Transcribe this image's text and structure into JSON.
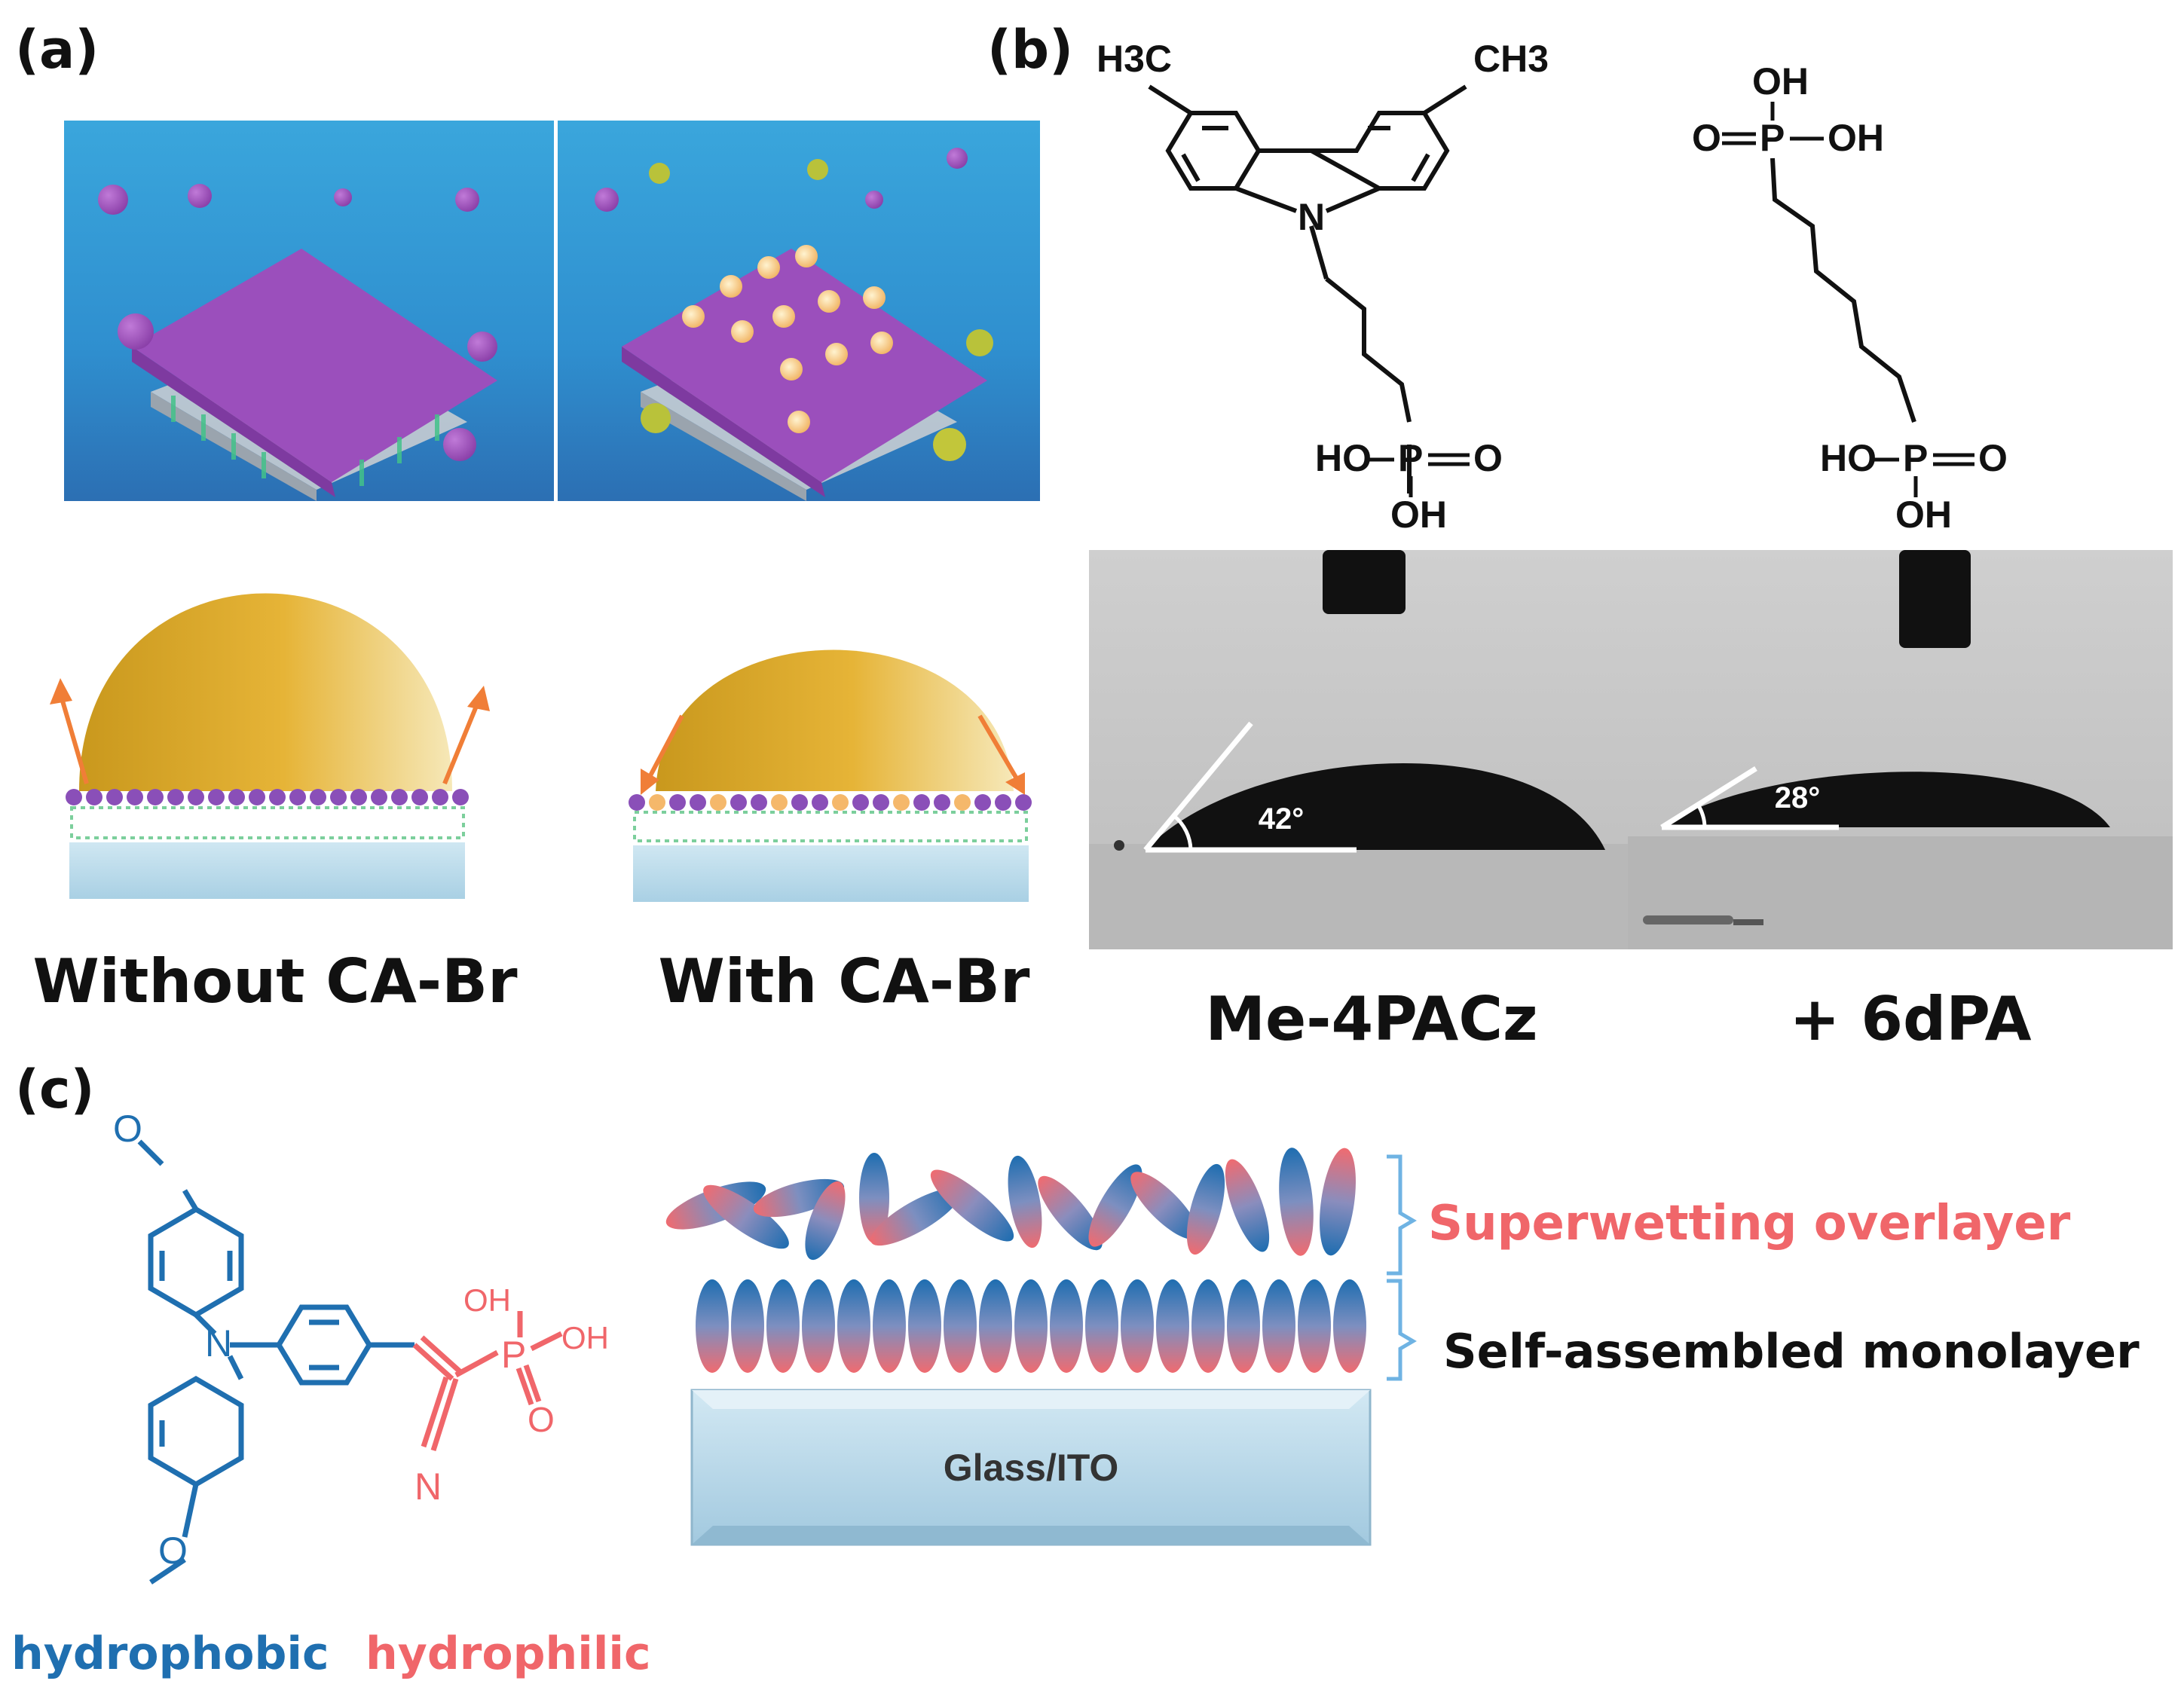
{
  "panels": {
    "a": {
      "label": "(a)",
      "caption_left": "Without CA-Br",
      "caption_right": "With CA-Br"
    },
    "b": {
      "label": "(b)",
      "mol1": {
        "ch3_left": "H3C",
        "ch3_right": "CH3",
        "n_atom": "N",
        "ho": "HO",
        "p": "P",
        "o": "O",
        "oh": "OH"
      },
      "mol2": {
        "oh_top": "OH",
        "o": "O",
        "p": "P",
        "oh_right": "OH",
        "ho": "HO",
        "oh_bottom": "OH"
      },
      "angle_left": "42°",
      "angle_right": "28°",
      "caption_left": "Me-4PACz",
      "caption_right": "+ 6dPA"
    },
    "c": {
      "label": "(c)",
      "atom_o1": "O",
      "atom_n": "N",
      "atom_o2": "O",
      "atom_oh1": "OH",
      "atom_p": "P",
      "atom_oh2": "OH",
      "atom_o3": "O",
      "atom_cn": "N",
      "hydrophobic": "hydrophobic",
      "hydrophilic": "hydrophilic",
      "layer_top": "Superwetting overlayer",
      "layer_mid": "Self-assembled monolayer",
      "substrate": "Glass/ITO"
    }
  },
  "colors": {
    "hydrophobic_blue": "#1f6fb0",
    "hydrophilic_red": "#f0666a",
    "droplet_gold": "#d9a829",
    "purple_sphere": "#9a4fb8",
    "ito_blue": "#b9dbeb"
  }
}
